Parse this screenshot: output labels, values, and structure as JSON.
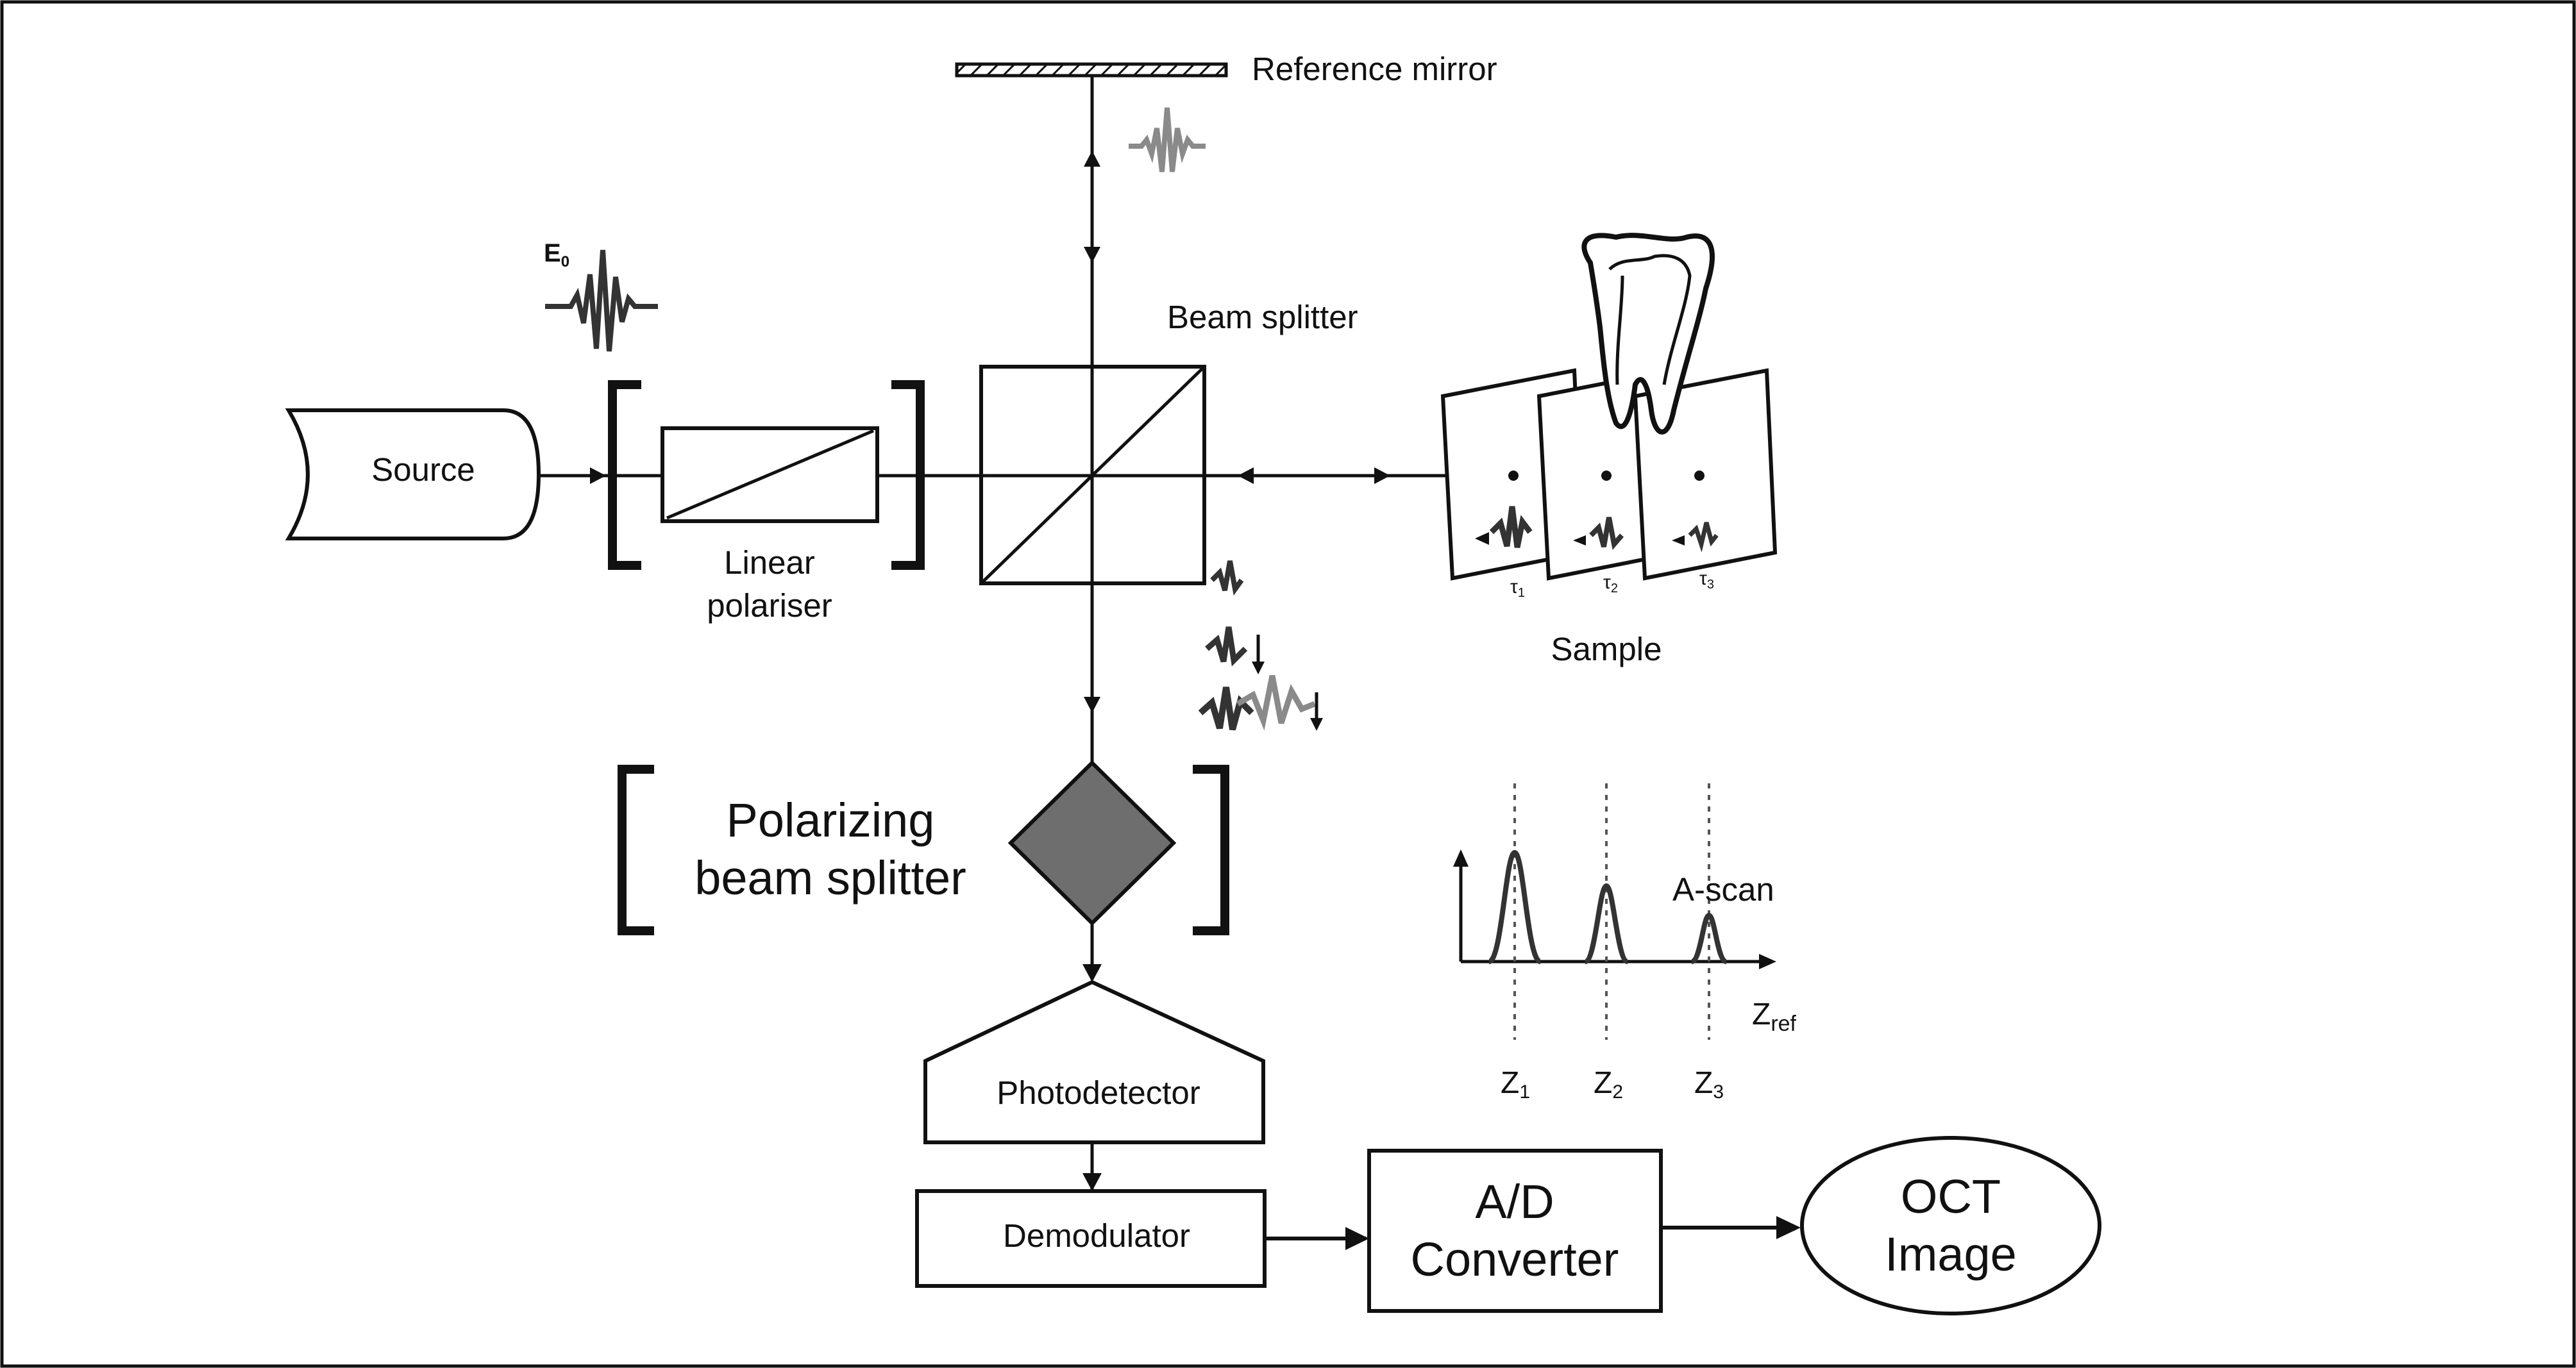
{
  "diagram": {
    "labels": {
      "reference_mirror": "Reference mirror",
      "beam_splitter": "Beam splitter",
      "source": "Source",
      "linear_polariser_1": "Linear",
      "linear_polariser_2": "polariser",
      "sample": "Sample",
      "pbs_1": "Polarizing",
      "pbs_2": "beam splitter",
      "photodetector": "Photodetector",
      "demodulator": "Demodulator",
      "ad_1": "A/D",
      "ad_2": "Converter",
      "oct_1": "OCT",
      "oct_2": "Image",
      "ascan": "A-scan",
      "e0": "E",
      "e0_sub": "0",
      "zref": "Z",
      "zref_sub": "ref",
      "z1": "Z",
      "z1_sub": "1",
      "z2": "Z",
      "z2_sub": "2",
      "z3": "Z",
      "z3_sub": "3",
      "tau1": "τ",
      "tau1_sub": "1",
      "tau2": "τ",
      "tau2_sub": "2",
      "tau3": "τ",
      "tau3_sub": "3"
    },
    "colors": {
      "line": "#111111",
      "pbs_fill": "#6e6e6e",
      "wavepacket_dark": "#333333",
      "wavepacket_light": "#8a8a8a"
    }
  }
}
